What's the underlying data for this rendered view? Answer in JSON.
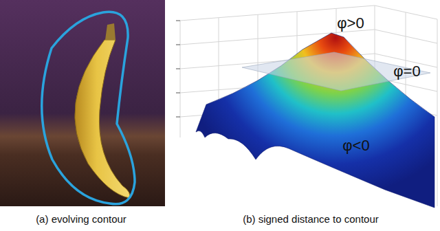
{
  "diagram": {
    "labels": [
      "(a) evolving contour",
      "(b) signed distance to contour",
      "φ>0",
      "φ=0",
      "φ<0"
    ]
  }
}
